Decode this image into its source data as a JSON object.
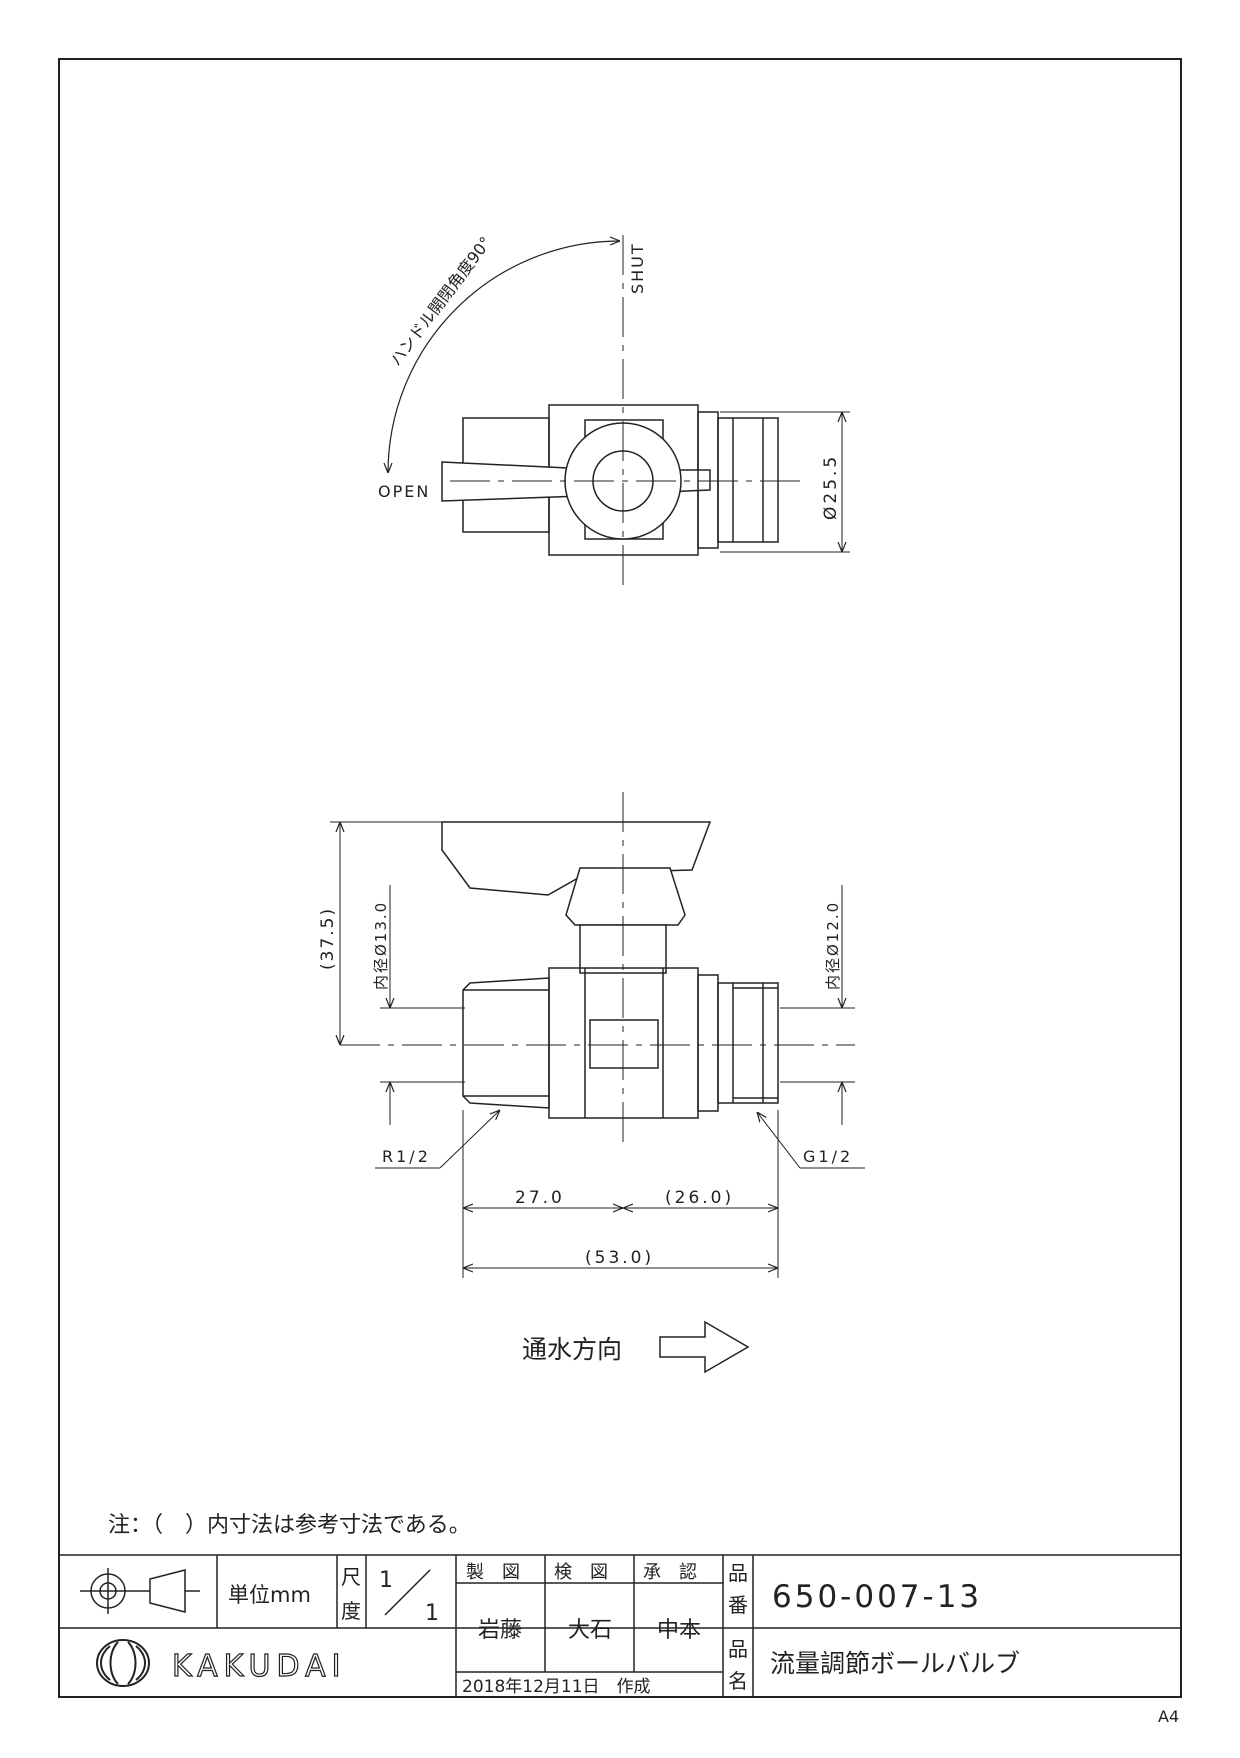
{
  "top_view": {
    "shut_label": "SHUT",
    "open_label": "OPEN",
    "angle_label": "ハンドル開閉角度90°",
    "diameter_label": "Ø25.5"
  },
  "side_view": {
    "height_label": "(37.5)",
    "inner_left_label": "内径Ø13.0",
    "inner_right_label": "内径Ø12.0",
    "thread_left": "R1/2",
    "thread_right": "G1/2",
    "dim_left": "27.0",
    "dim_right": "(26.0)",
    "dim_total": "(53.0)"
  },
  "flow": {
    "label": "通水方向"
  },
  "note": "注：（　）内寸法は参考寸法である。",
  "title_block": {
    "unit_label": "単位mm",
    "scale_label_1": "尺",
    "scale_label_2": "度",
    "scale_num": "1",
    "scale_den": "1",
    "drawn_header": "製　図",
    "checked_header": "検　図",
    "approved_header": "承　認",
    "drawn_by": "岩藤",
    "checked_by": "大石",
    "approved_by": "中本",
    "date": "2018年12月11日　作成",
    "part_no_label_1": "品",
    "part_no_label_2": "番",
    "part_no": "650-007-13",
    "part_name_label_1": "品",
    "part_name_label_2": "名",
    "part_name": "流量調節ボールバルブ",
    "company": "KAKUDAI"
  },
  "sheet_size": "A4"
}
